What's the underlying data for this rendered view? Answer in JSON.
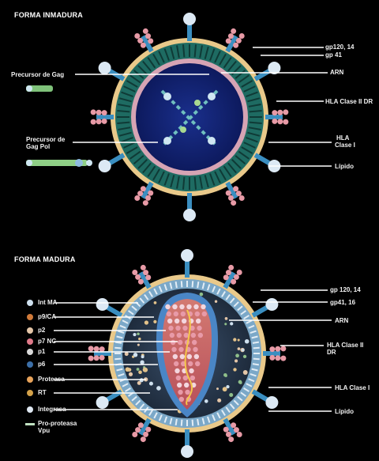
{
  "immature": {
    "title": "FORMA INMADURA",
    "labels": {
      "gp": "gp120, 14",
      "gp41": "gp 41",
      "arn": "ARN",
      "hla2": "HLA Clase II DR",
      "hla1a": "HLA",
      "hla1b": "Clase I",
      "lipido": "Lípido",
      "precursor_gag": "Precursor de Gag",
      "precursor_gagpol_a": "Precursor de",
      "precursor_gagpol_b": "Gag Pol"
    }
  },
  "mature": {
    "title": "FORMA MADURA",
    "labels": {
      "gp": "gp 120, 14",
      "gp41": "gp41, 16",
      "arn": "ARN",
      "hla2a": "HLA Clase II",
      "hla2b": "DR",
      "hla1": "HLA Clase I",
      "lipido": "Lípido"
    },
    "legend": [
      {
        "label": "Int MA",
        "color": "#cfe0ee"
      },
      {
        "label": "p9/CA",
        "color": "#d07a3a"
      },
      {
        "label": "p2",
        "color": "#e4c6a8"
      },
      {
        "label": "p7 NC",
        "color": "#e07a8a"
      },
      {
        "label": "p1",
        "color": "#d9d9d9"
      },
      {
        "label": "p6",
        "color": "#3c6fa8"
      },
      {
        "label": "Proteasa",
        "color": "#e8a35a"
      },
      {
        "label": "RT",
        "color": "#d4a24a"
      },
      {
        "label": "Integrasa",
        "color": "#dfe8f2"
      },
      {
        "label": "Pro-proteasa",
        "color": "#bfe0c0"
      },
      {
        "label": "Vpu",
        "color": "#bfe0c0"
      }
    ]
  }
}
